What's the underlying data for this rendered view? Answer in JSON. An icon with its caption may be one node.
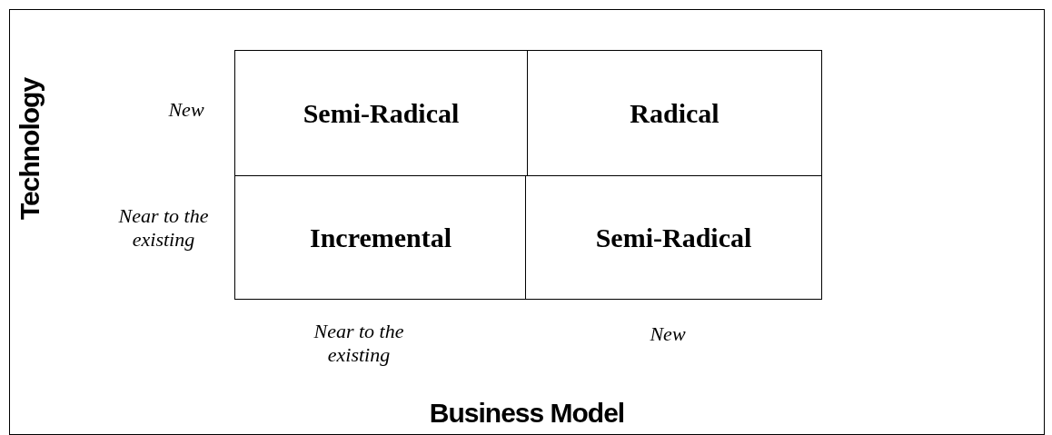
{
  "diagram": {
    "nodes": [
      {
        "text": [
          "Semi-Radical"
        ]
      },
      {
        "text": [
          "Radical"
        ]
      },
      {
        "text": [
          "Incremental"
        ]
      },
      {
        "text": [
          "Semi-Radical"
        ]
      }
    ],
    "labels": [
      "Technology",
      "New",
      "Near to the existing",
      "Near to the existing",
      "New",
      "Business Model"
    ]
  }
}
